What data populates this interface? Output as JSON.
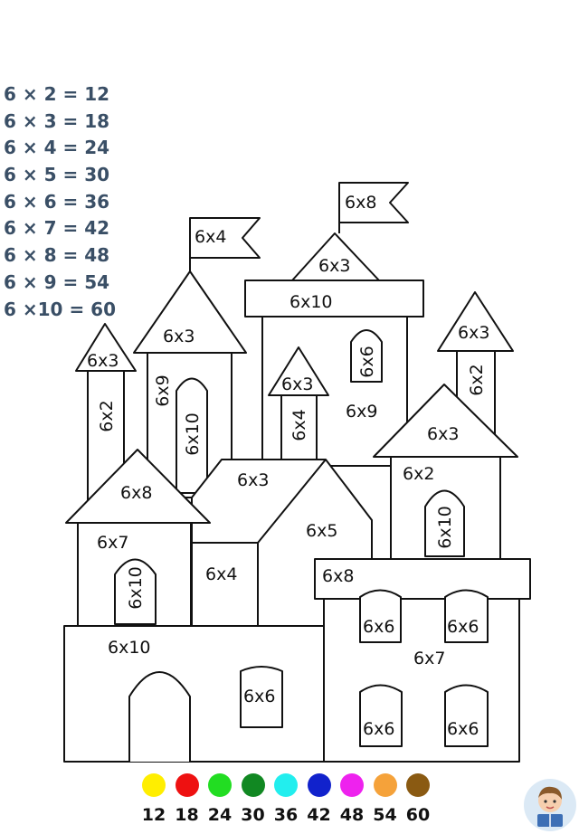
{
  "times_table": [
    {
      "expr": "6 × 2",
      "eq": "=",
      "result": "12"
    },
    {
      "expr": "6 × 3",
      "eq": "=",
      "result": "18"
    },
    {
      "expr": "6 × 4",
      "eq": "=",
      "result": "24"
    },
    {
      "expr": "6 × 5",
      "eq": "=",
      "result": "30"
    },
    {
      "expr": "6 × 6",
      "eq": "=",
      "result": "36"
    },
    {
      "expr": "6 × 7",
      "eq": "=",
      "result": "42"
    },
    {
      "expr": "6 × 8",
      "eq": "=",
      "result": "48"
    },
    {
      "expr": "6 × 9",
      "eq": "=",
      "result": "54"
    },
    {
      "expr": "6 ×10",
      "eq": "=",
      "result": "60"
    }
  ],
  "castle": {
    "flag_left": "6x4",
    "flag_right": "6x8",
    "roof_center": "6x3",
    "center_band": "6x10",
    "center_window": "6x6",
    "center_wall": "6x9",
    "left_tower_roof": "6x3",
    "left_tower_shaft": "6x2",
    "tall_tower_roof": "6x3",
    "tall_tower_side": "6x9",
    "tall_tower_window": "6x10",
    "mid_spire_roof": "6x3",
    "mid_spire_shaft": "6x4",
    "right_tower_roof": "6x3",
    "right_tower_shaft": "6x2",
    "right_house_roof": "6x3",
    "right_house_wall": "6x2",
    "right_house_window": "6x10",
    "center_roof": "6x3",
    "center_house_wall": "6x5",
    "left_house_roof": "6x8",
    "left_house_wall": "6x7",
    "left_house_window": "6x10",
    "link_wall": "6x4",
    "right_band": "6x8",
    "right_window_tl": "6x6",
    "right_window_tr": "6x6",
    "right_base_wall": "6x7",
    "right_window_bl": "6x6",
    "right_window_br": "6x6",
    "base_wall": "6x10",
    "base_window": "6x6"
  },
  "color_key": [
    {
      "value": "12",
      "color": "#ffee00"
    },
    {
      "value": "18",
      "color": "#ee1111"
    },
    {
      "value": "24",
      "color": "#22dd22"
    },
    {
      "value": "30",
      "color": "#118822"
    },
    {
      "value": "36",
      "color": "#22eeee"
    },
    {
      "value": "42",
      "color": "#1122cc"
    },
    {
      "value": "48",
      "color": "#ee22ee"
    },
    {
      "value": "54",
      "color": "#f5a23a"
    },
    {
      "value": "60",
      "color": "#8a5a12"
    }
  ],
  "icons": {
    "avatar": "reading-child-avatar-icon"
  }
}
